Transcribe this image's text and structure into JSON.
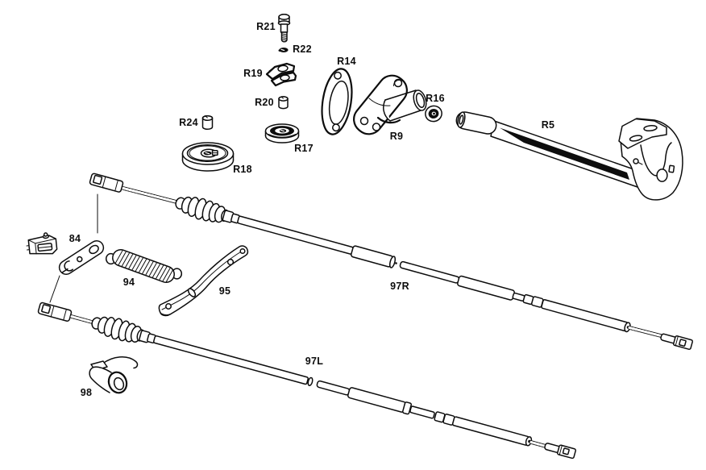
{
  "diagram": {
    "ink_color": "#0d0d0d",
    "background_color": "#ffffff",
    "labels": {
      "r21": "R21",
      "r22": "R22",
      "r19": "R19",
      "r20": "R20",
      "r24": "R24",
      "r14": "R14",
      "r9": "R9",
      "r16": "R16",
      "r17": "R17",
      "r18": "R18",
      "r5": "R5",
      "84": "84",
      "94": "94",
      "95": "95",
      "97r": "97R",
      "97l": "97L",
      "98": "98"
    }
  }
}
